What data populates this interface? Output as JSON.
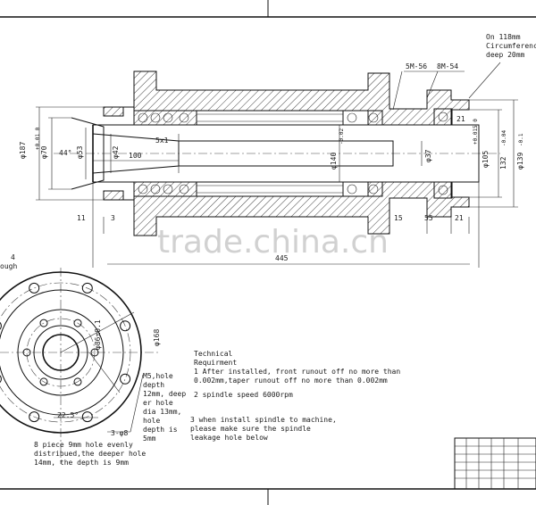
{
  "tech": {
    "title_line1": "Technical",
    "title_line2": "Requirment",
    "req1_line1": "1 After installed, front runout off no more than",
    "req1_line2": "0.002mm,taper runout off no more than 0.002mm",
    "req2": "2 spindle speed 6000rpm",
    "req3_line1": "3 when install spindle to machine,",
    "req3_line2": "please make sure the spindle",
    "req3_line3": "leakage hole below"
  },
  "notes": {
    "circ_line1": "On 118mm",
    "circ_line2": "Circumference",
    "circ_line3": "deep 20mm",
    "tap1": "5M-56",
    "tap2": "8M-54",
    "m5_line1": "M5,hole",
    "m5_line2": "depth",
    "m5_line3": "12mm, deep",
    "m5_line4": "er hole",
    "m5_line5": "dia 13mm,",
    "m5_line6": "hole",
    "m5_line7": "depth is",
    "m5_line8": "5mm",
    "holes_line1": "8 piece 9mm hole evenly",
    "holes_line2": "distribued,the deeper hole",
    "holes_line3": "14mm, the depth is 9mm",
    "edge_frag1": "ough",
    "edge_frag2": "4"
  },
  "dims": {
    "d187": "φ187",
    "d70": "φ70",
    "d70_tol": "+0.01 0",
    "d53": "φ53",
    "a44": "44°",
    "d42": "φ42",
    "l100": "100",
    "c5x1": "5x1",
    "d140": "φ140",
    "d140_tol": "-0.02",
    "d37": "φ37",
    "d105": "φ105",
    "d105_tol": "+0.015 0",
    "d132": "132",
    "d132_tol": "-0.04",
    "d139": "φ139",
    "d139_tol": "-0.1",
    "l21_top": "21",
    "l11": "11",
    "l3": "3",
    "l15": "15",
    "l55": "55",
    "l21_bot": "21",
    "l445": "445",
    "d86": "φ86±0.1",
    "d168": "φ168",
    "a22": "22.5°",
    "hole3": "3-φ8"
  },
  "watermark": "trade.china.cn"
}
